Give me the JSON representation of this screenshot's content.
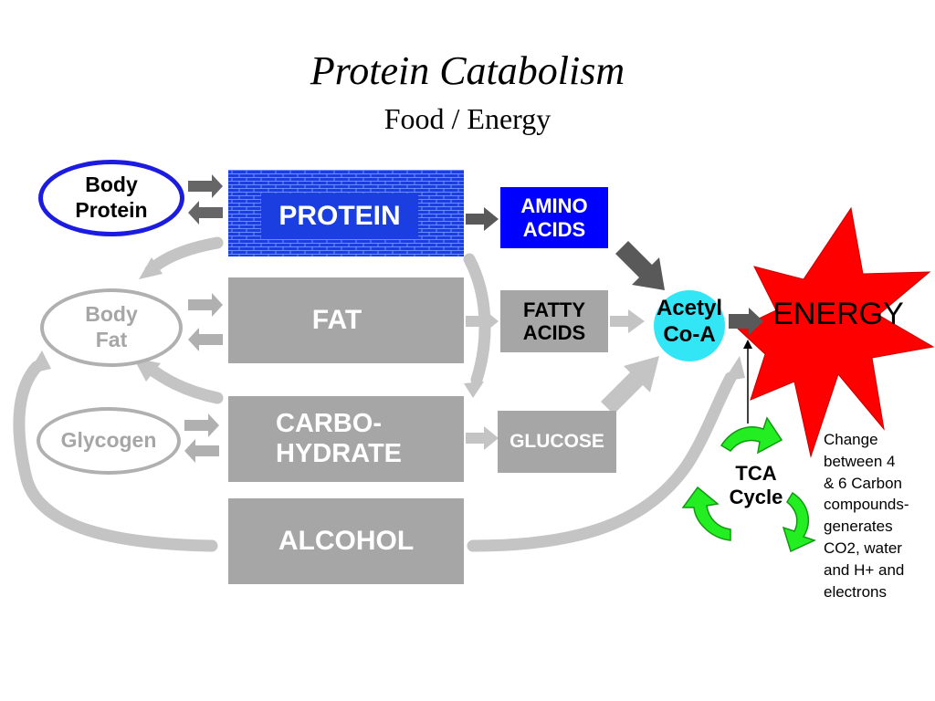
{
  "title": "Protein Catabolism",
  "subtitle": "Food / Energy",
  "stores": {
    "body_protein": "Body\nProtein",
    "body_fat": "Body\nFat",
    "glycogen": "Glycogen"
  },
  "foods": {
    "protein": "PROTEIN",
    "fat": "FAT",
    "carbohydrate": "CARBO-\nHYDRATE",
    "alcohol": "ALCOHOL"
  },
  "intermediates": {
    "amino_acids": "AMINO\nACIDS",
    "fatty_acids": "FATTY\nACIDS",
    "glucose": "GLUCOSE",
    "acetyl_coa": "Acetyl\nCo-A"
  },
  "energy": "ENERGY",
  "tca": "TCA\nCycle",
  "note": "Change\nbetween 4\n& 6 Carbon\ncompounds-\ngenerates\nCO2, water\nand H+ and\nelectrons",
  "colors": {
    "protein_blue": "#1a3ee0",
    "grey": "#a6a6a6",
    "dark_arrow": "#595959",
    "energy_red": "#ff0000",
    "acetyl_cyan": "#33e6f5",
    "tca_green": "#22ee22"
  }
}
